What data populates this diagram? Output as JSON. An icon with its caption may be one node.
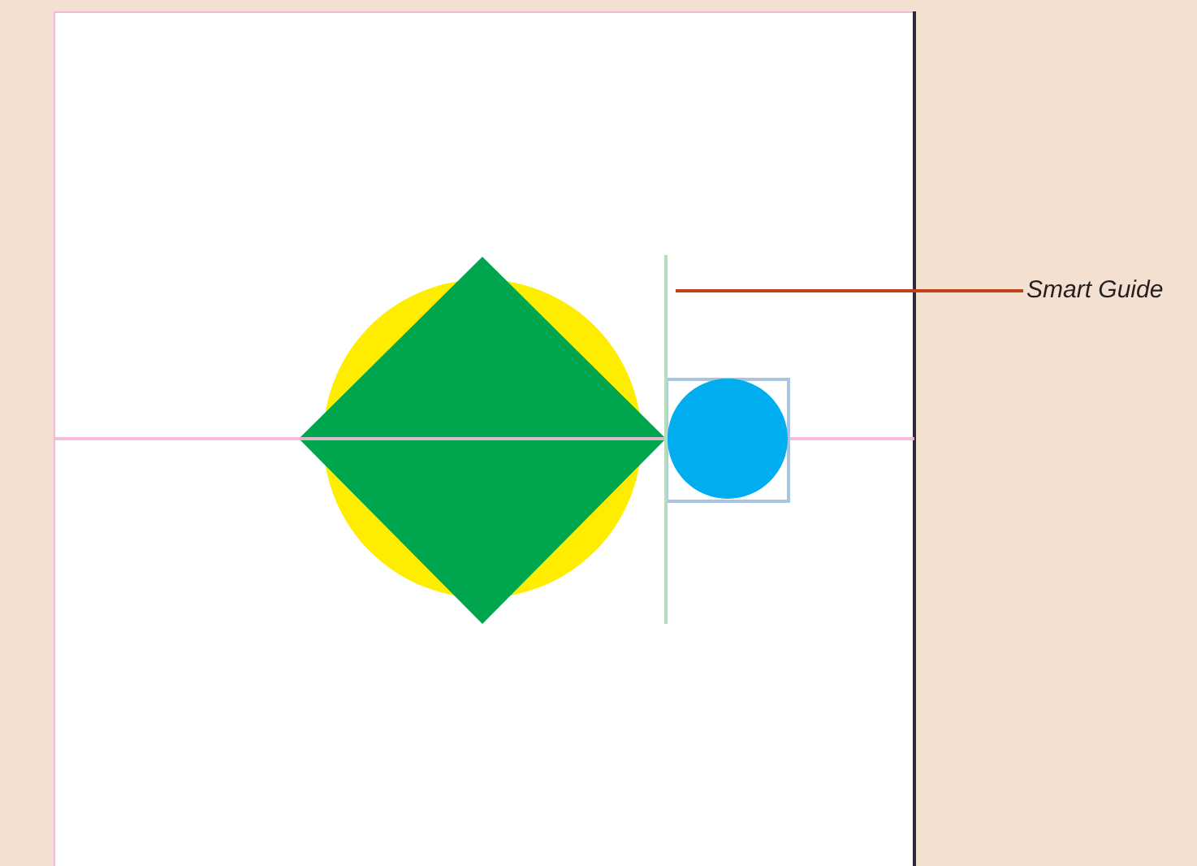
{
  "diagram": {
    "nodes": [
      {
        "text": [
          "Smart Guide"
        ]
      },
      {
        "text": [],
        "shape": "bar"
      }
    ],
    "edges": [
      {
        "from": 0,
        "to": 1,
        "arrow": "none",
        "color": "#c0401a"
      }
    ]
  }
}
